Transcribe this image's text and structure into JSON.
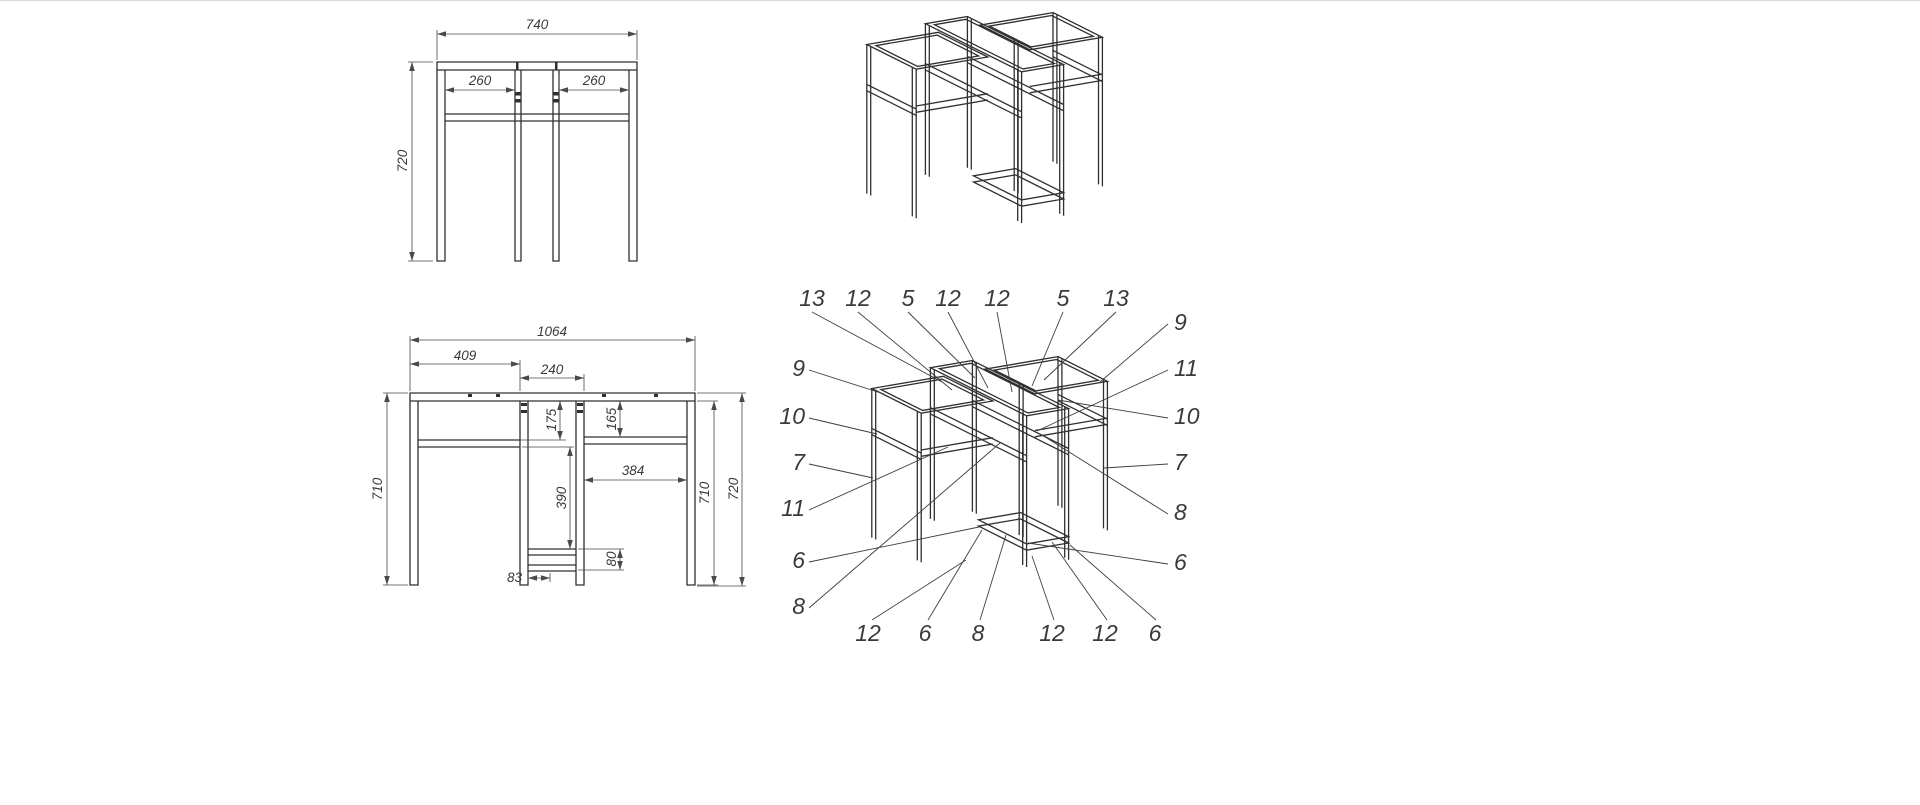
{
  "page": {
    "background": "#ffffff",
    "object_line_color": "#303030",
    "dimension_line_color": "#4a4a4a"
  },
  "side_view": {
    "width": "740",
    "gap_left": "260",
    "gap_right": "260",
    "height": "720"
  },
  "front_view": {
    "total_width": "1064",
    "left_width": "409",
    "center_width": "240",
    "left_opening_height": "175",
    "right_opening_height": "165",
    "right_inner_width": "384",
    "left_height": "710",
    "center_inner_height": "390",
    "shelf_height": "80",
    "shelf_offset": "83",
    "right_height": "710",
    "total_height": "720"
  },
  "callouts": {
    "top": [
      "13",
      "12",
      "5",
      "12",
      "12",
      "5",
      "13"
    ],
    "left": [
      "9",
      "10",
      "7",
      "11",
      "6",
      "8"
    ],
    "right": [
      "9",
      "11",
      "10",
      "7",
      "8",
      "6"
    ],
    "bottom": [
      "12",
      "6",
      "8",
      "12",
      "12",
      "6"
    ]
  }
}
